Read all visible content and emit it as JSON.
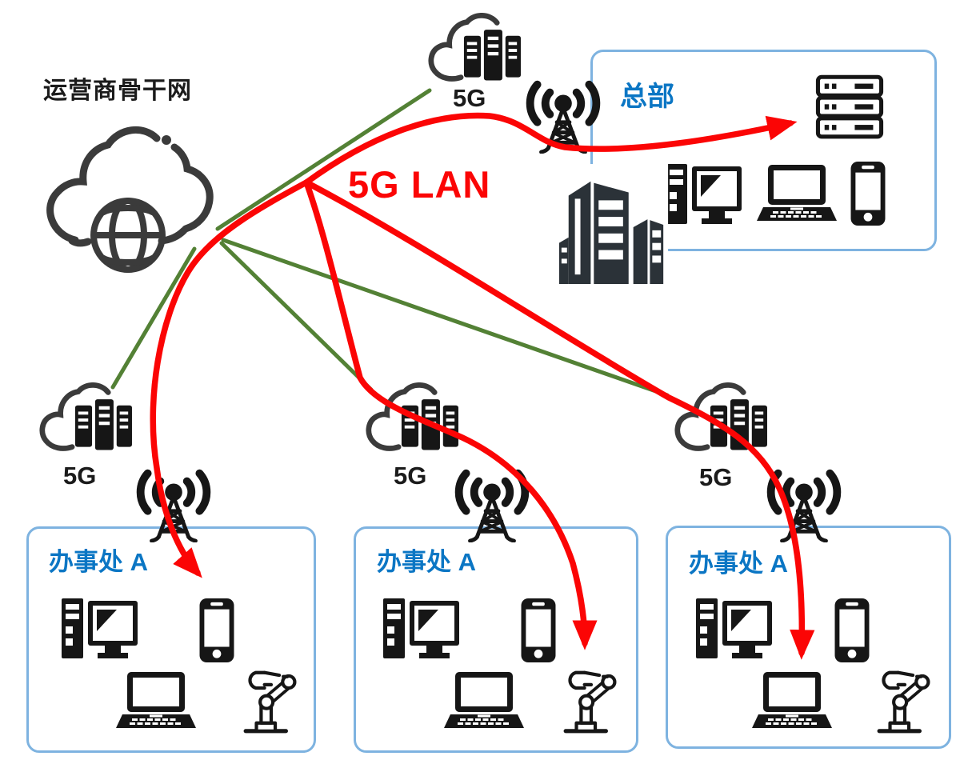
{
  "colors": {
    "red": "#FB0505",
    "green": "#538135",
    "blue": "#0B76C4",
    "box-border": "#7EB3E0",
    "icon": "#161616",
    "cloudgray": "#3B3B3B",
    "bldg": "#2B3238"
  },
  "backbone": {
    "label": "运营商骨干网"
  },
  "lan_label": "5G LAN",
  "headquarters": {
    "label": "总部",
    "tech": "5G"
  },
  "offices": [
    {
      "label": "办事处 A",
      "tech": "5G"
    },
    {
      "label": "办事处 A",
      "tech": "5G"
    },
    {
      "label": "办事处 A",
      "tech": "5G"
    }
  ]
}
